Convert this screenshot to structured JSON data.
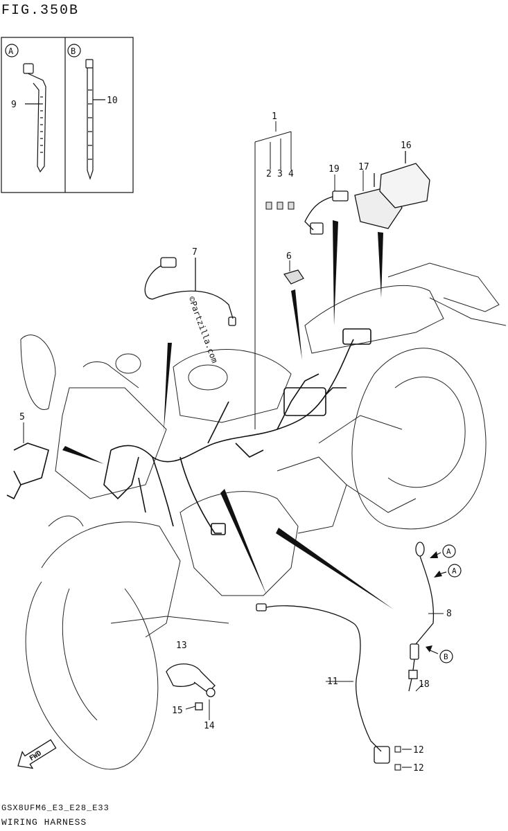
{
  "figure_title": "FIG.350B",
  "footer": {
    "model_code": "GSX8UFM6_E3_E28_E33",
    "section_name": "WIRING HARNESS"
  },
  "inset": {
    "label_a": "A",
    "label_b": "B",
    "part_a": "9",
    "part_b": "10"
  },
  "callouts": {
    "p1": "1",
    "p2": "2",
    "p3": "3",
    "p4": "4",
    "p5": "5",
    "p6": "6",
    "p7": "7",
    "p8": "8",
    "p11": "11",
    "p12a": "12",
    "p12b": "12",
    "p13": "13",
    "p14": "14",
    "p15": "15",
    "p16": "16",
    "p17": "17",
    "p18": "18",
    "p19": "19"
  },
  "refs": {
    "a1": "A",
    "a2": "A",
    "b1": "B"
  },
  "watermark": "©Partzilla.com",
  "fwd_label": "FWD"
}
